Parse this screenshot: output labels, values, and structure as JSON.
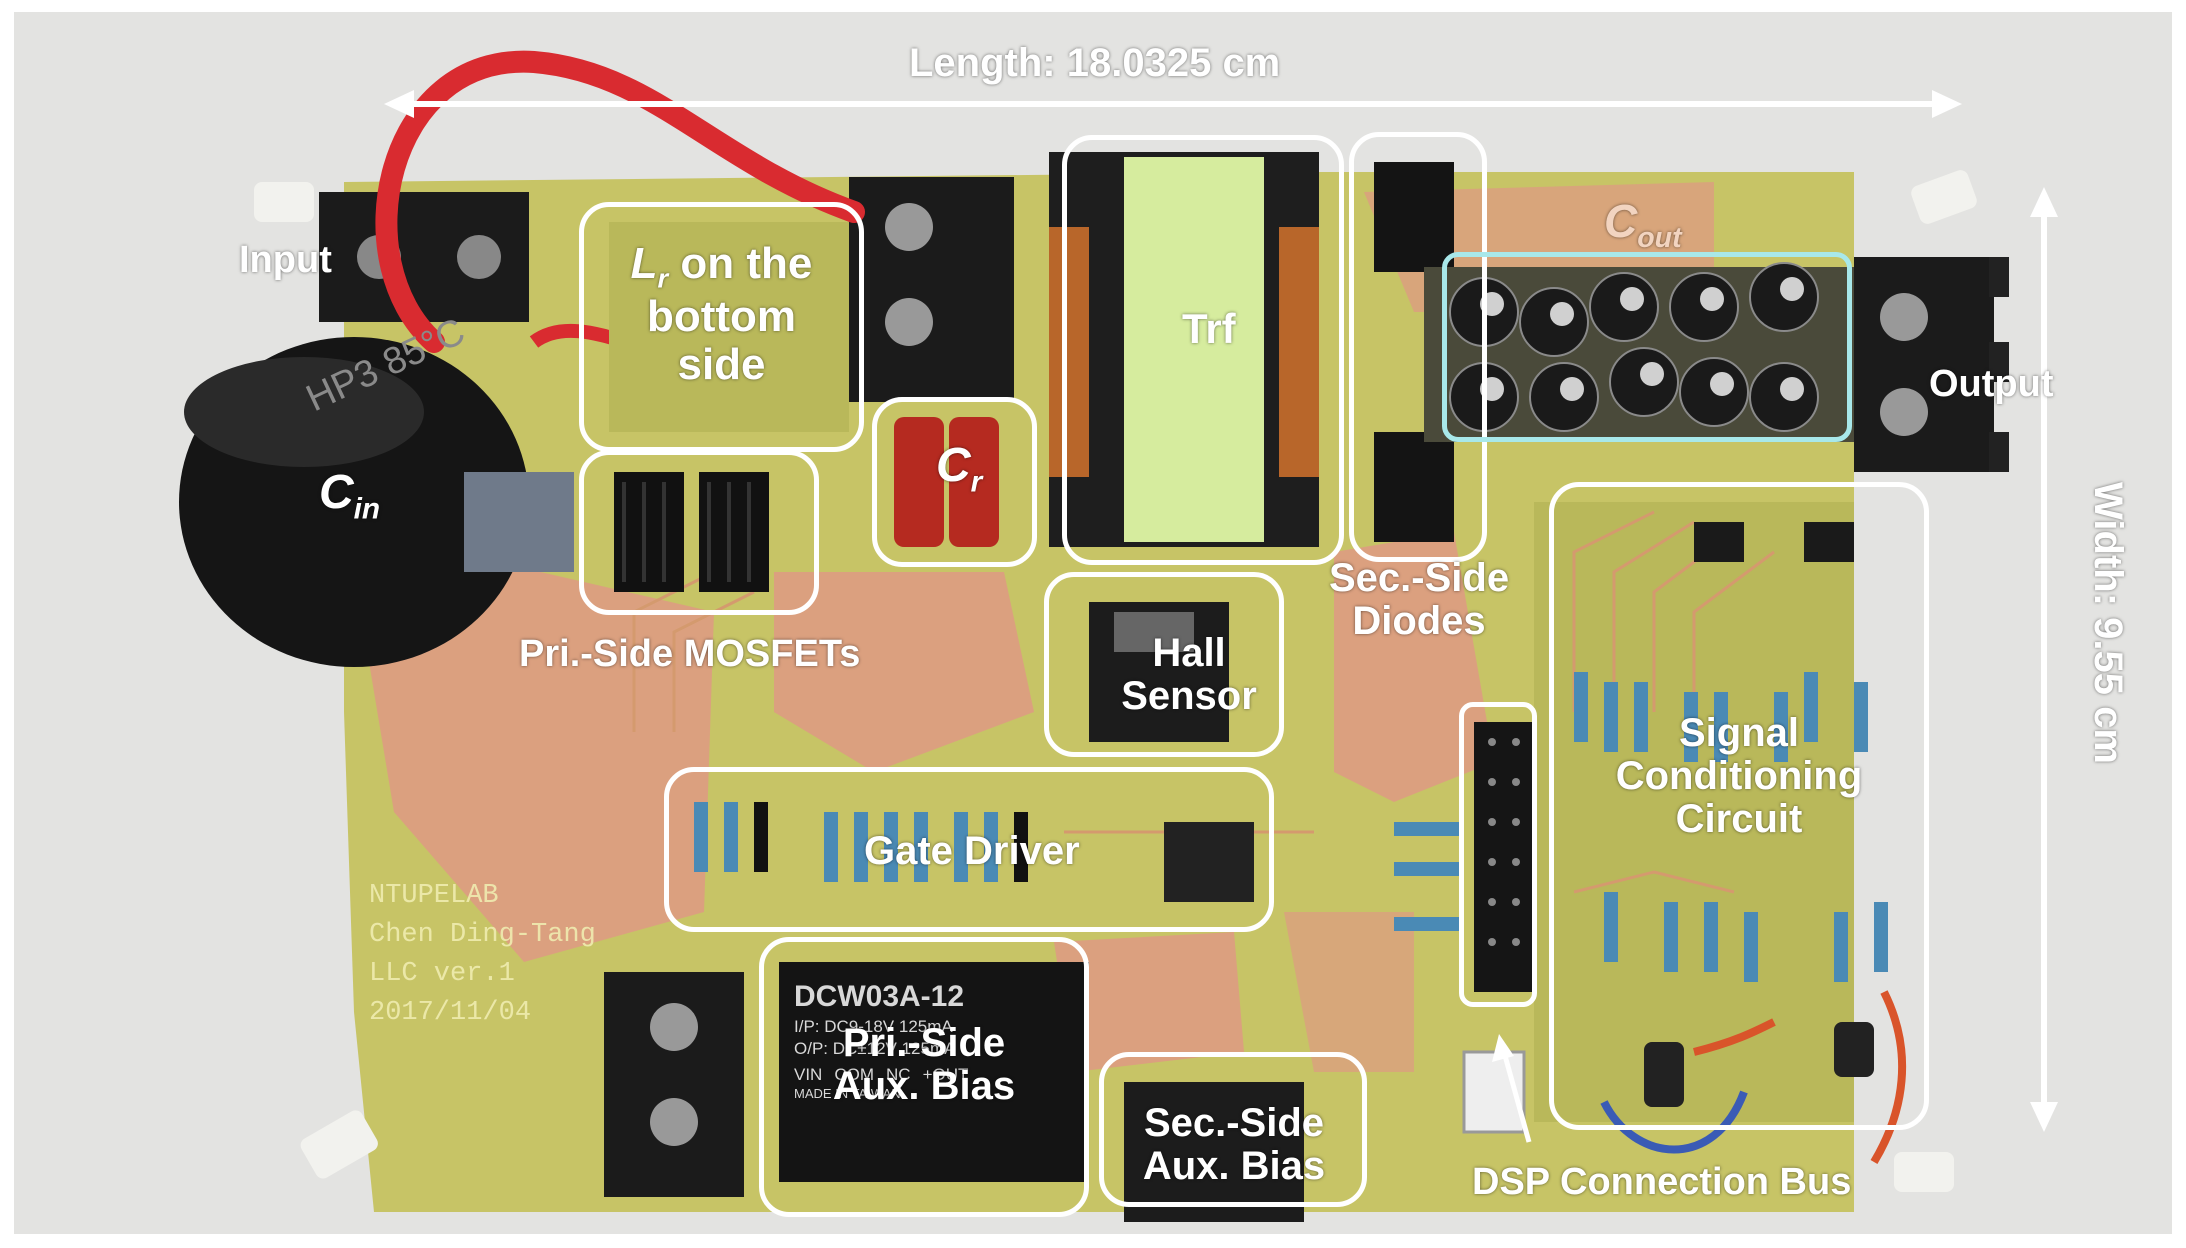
{
  "labels": {
    "length": "Length: 18.0325 cm",
    "width": "Width: 9.55 cm",
    "input": "Input",
    "output": "Output",
    "lr_sym": "L",
    "lr_sub": "r",
    "lr_rest1": "on the",
    "lr_rest2": "bottom",
    "lr_rest3": "side",
    "cin_sym": "C",
    "cin_sub": "in",
    "cr_sym": "C",
    "cr_sub": "r",
    "cout_sym": "C",
    "cout_sub": "out",
    "trf": "Trf",
    "mosfets": "Pri.-Side MOSFETs",
    "hall1": "Hall",
    "hall2": "Sensor",
    "diodes1": "Sec.-Side",
    "diodes2": "Diodes",
    "signal1": "Signal",
    "signal2": "Conditioning",
    "signal3": "Circuit",
    "gate": "Gate Driver",
    "pri_aux1": "Pri.-Side",
    "pri_aux2": "Aux. Bias",
    "sec_aux1": "Sec.-Side",
    "sec_aux2": "Aux. Bias",
    "dsp": "DSP Connection Bus"
  },
  "silkscreen": {
    "line1": "NTUPELAB",
    "line2": "Chen Ding-Tang",
    "line3": "LLC ver.1",
    "line4": "2017/11/04"
  },
  "components": {
    "cap_print": "HP3 85°C",
    "module_part": "DCW03A-12",
    "module_in": "I/P: DC9-18V 125mA",
    "module_out": "O/P: DC±12V 125mA",
    "module_vin": "VIN",
    "module_com": "COM",
    "module_nc": "NC",
    "module_out_pin": "+OUT",
    "module_made": "MADE IN TAIWAN"
  },
  "colors": {
    "pcb": "#c7c466",
    "copper": "#dba07f",
    "annotation": "#ffffff",
    "cout_box": "#a8e8ea",
    "wire": "#d92b30"
  }
}
